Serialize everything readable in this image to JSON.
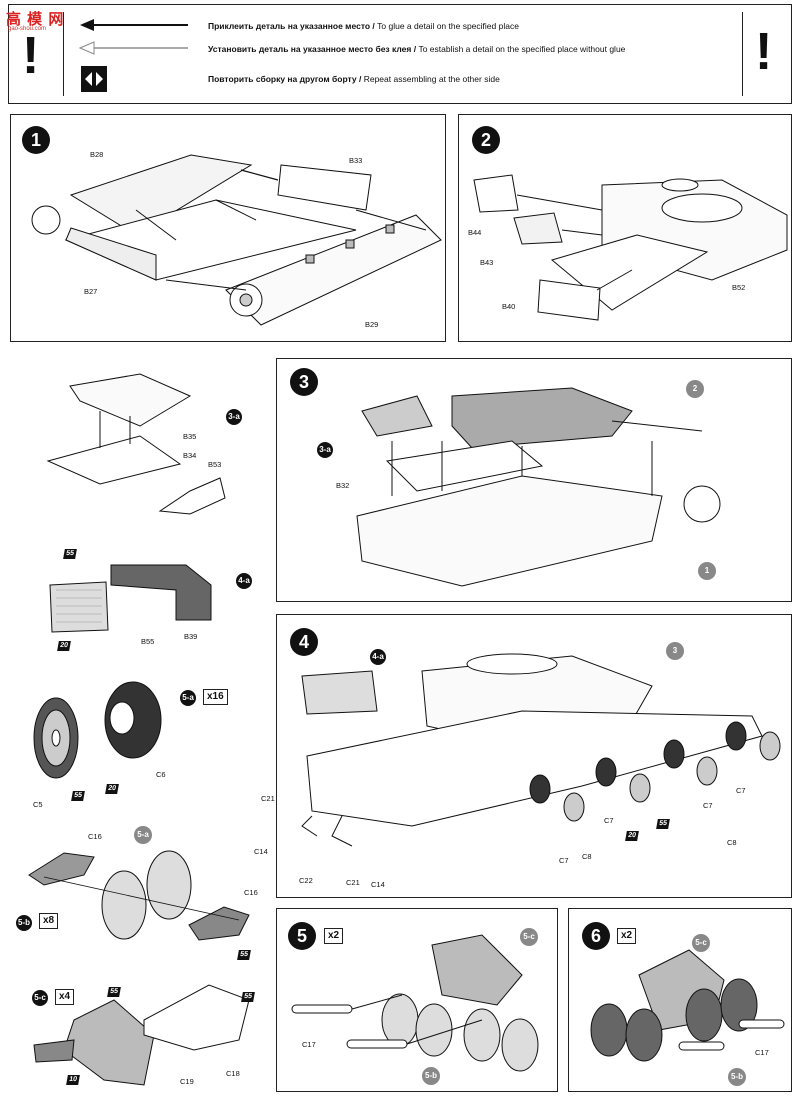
{
  "logo": {
    "text": "高 模 网",
    "sub": "gao-shou.com"
  },
  "legend": {
    "row1_ru": "Приклеить деталь на указанное место / ",
    "row1_en": "To glue a detail on the specified place",
    "row2_ru": "Установить деталь на указанное место без клея / ",
    "row2_en": "To establish a detail on the specified place without glue",
    "row3_ru": "Повторить сборку на другом борту / ",
    "row3_en": "Repeat assembling at the other side",
    "warning_glyph": "!"
  },
  "steps": {
    "s1": {
      "num": "1",
      "labels": [
        "B28",
        "B33",
        "B27",
        "B29"
      ]
    },
    "s2": {
      "num": "2",
      "labels": [
        "B44",
        "B43",
        "B52",
        "B40"
      ]
    },
    "s3": {
      "num": "3",
      "refs": [
        "2",
        "1"
      ],
      "sub": "3-a",
      "labels": [
        "B32"
      ]
    },
    "s3a": {
      "sub": "3-a",
      "labels": [
        "B35",
        "B34",
        "B53"
      ]
    },
    "s4a": {
      "sub": "4-a",
      "labels": [
        "B55",
        "B39"
      ],
      "stars": [
        "55",
        "20"
      ]
    },
    "s4": {
      "num": "4",
      "refs": [
        "3"
      ],
      "sub": "4-a",
      "labels": [
        "C21",
        "C14",
        "C22",
        "C21",
        "C14",
        "C7",
        "C8",
        "C7",
        "C7",
        "C7",
        "C8"
      ],
      "stars": [
        "20",
        "55"
      ]
    },
    "s5a": {
      "sub": "5-a",
      "mult": "x16",
      "labels": [
        "C6",
        "C5"
      ],
      "stars": [
        "55",
        "20"
      ]
    },
    "s5b": {
      "sub": "5-b",
      "mult": "x8",
      "ref": "5-a",
      "labels": [
        "C16",
        "C16"
      ],
      "stars": [
        "55"
      ]
    },
    "s5c": {
      "sub": "5-c",
      "mult": "x4",
      "labels": [
        "C19",
        "C18"
      ],
      "stars": [
        "55",
        "55",
        "10"
      ]
    },
    "s5": {
      "num": "5",
      "mult": "x2",
      "refs": [
        "5-c",
        "5-b"
      ],
      "labels": [
        "C17"
      ]
    },
    "s6": {
      "num": "6",
      "mult": "x2",
      "refs": [
        "5-c",
        "5-b"
      ],
      "labels": [
        "C17"
      ]
    }
  },
  "colors": {
    "ink": "#111111",
    "ref_grey": "#888888",
    "logo_red": "#dd2222"
  }
}
